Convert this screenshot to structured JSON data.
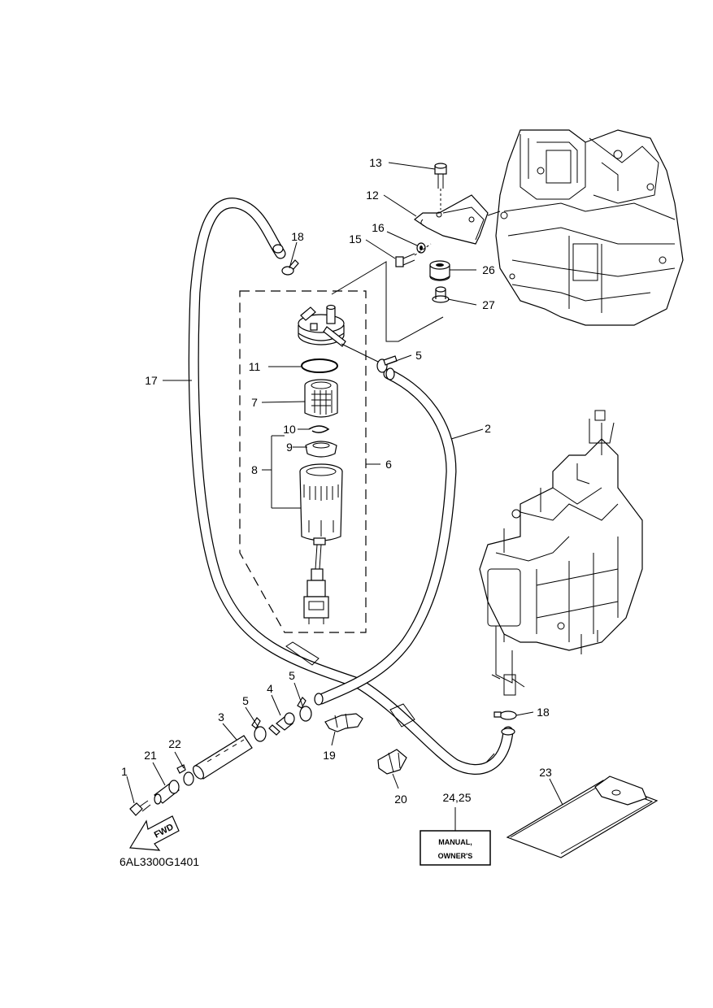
{
  "diagram_code": "6AL3300G1401",
  "direction_label": "FWD",
  "manual_box": {
    "line1": "MANUAL,",
    "line2": "OWNER'S"
  },
  "callouts": {
    "c1": "1",
    "c2": "2",
    "c3": "3",
    "c4": "4",
    "c5a": "5",
    "c5b": "5",
    "c5c": "5",
    "c6": "6",
    "c7": "7",
    "c8": "8",
    "c9": "9",
    "c10": "10",
    "c11": "11",
    "c12": "12",
    "c13": "13",
    "c15": "15",
    "c16": "16",
    "c17": "17",
    "c18a": "18",
    "c18b": "18",
    "c19": "19",
    "c20": "20",
    "c21": "21",
    "c22": "22",
    "c23": "23",
    "c2425": "24,25",
    "c26": "26",
    "c27": "27"
  },
  "colors": {
    "ink": "#000000",
    "paper": "#ffffff"
  }
}
